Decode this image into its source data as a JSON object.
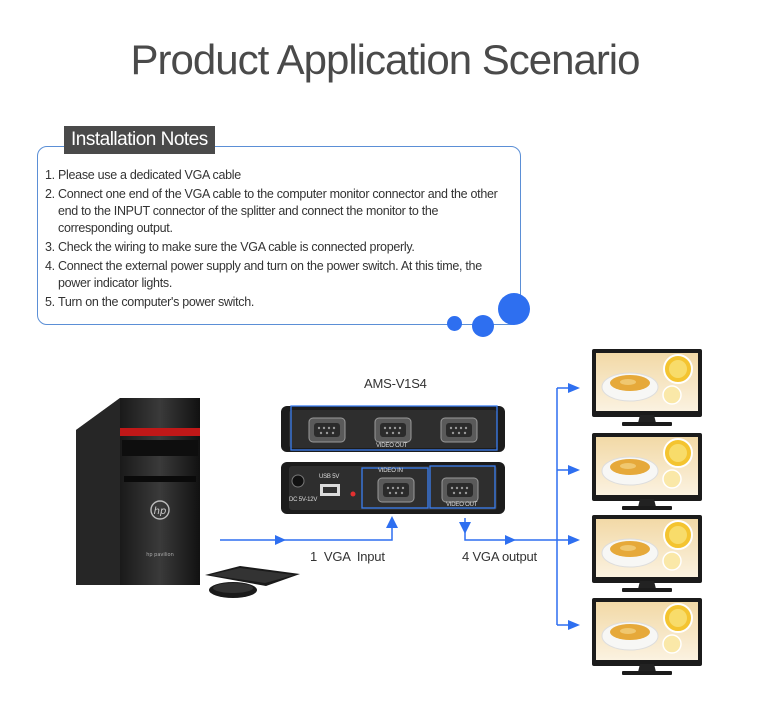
{
  "page": {
    "title": "Product Application Scenario"
  },
  "notes": {
    "heading": "Installation Notes",
    "items": [
      {
        "num": "1.",
        "text": "Please use a dedicated VGA cable"
      },
      {
        "num": "2.",
        "text": "Connect one end of the VGA cable to the computer monitor connector and the other end to the INPUT connector of the splitter and connect the monitor to the corresponding output."
      },
      {
        "num": "3.",
        "text": "Check the wiring to make sure the VGA cable is connected properly."
      },
      {
        "num": "4.",
        "text": "Connect the external power supply and turn on the power switch. At this time, the power indicator lights."
      },
      {
        "num": "5.",
        "text": "Turn on the computer's power switch."
      }
    ]
  },
  "diagram": {
    "model": "AMS-V1S4",
    "input_label": "1  VGA  Input",
    "output_label": "4 VGA output",
    "panel_front_label": "VIDEO OUT",
    "panel_back_in_label": "VIDEO IN",
    "panel_back_out_label": "VIDEO OUT",
    "usb_label": "USB 5V",
    "dc_label": "DC 5V-12V",
    "pc_brand": "hp",
    "pc_model": "hp pavilion",
    "accent_color": "#2e6ff0",
    "line_color": "#2e6ff0"
  }
}
